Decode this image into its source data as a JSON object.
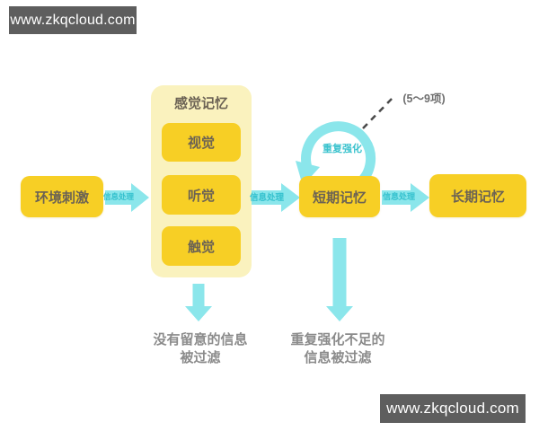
{
  "watermark_top": "www.zkqcloud.com",
  "watermark_bottom": "www.zkqcloud.com",
  "nodes": {
    "environment": "环境刺激",
    "sensory_group_title": "感觉记忆",
    "visual": "视觉",
    "auditory": "听觉",
    "touch": "触觉",
    "short_term": "短期记忆",
    "long_term": "长期记忆"
  },
  "arrow_labels": {
    "env_to_sensory": "信息处理",
    "sensory_to_short": "信息处理",
    "short_to_long": "信息处理",
    "rehearsal_loop": "重复强化",
    "capacity": "(5～9项)"
  },
  "notes": {
    "unattended_line1": "没有留意的信息",
    "unattended_line2": "被过滤",
    "decay_line1": "重复强化不足的",
    "decay_line2": "信息被过滤"
  },
  "colors": {
    "node_fill": "#F7CF25",
    "group_fill": "#FAF2BE",
    "arrow_fill": "#8BE6EB",
    "arrow_label_text": "#35C1CE",
    "node_text": "#6B6254",
    "note_text": "#8B8B8B",
    "annotation_text": "#6E6E6E",
    "dashed_line": "#4A4A4A",
    "banner_bg": "#5E5E5E",
    "banner_text": "#FFFFFF"
  }
}
